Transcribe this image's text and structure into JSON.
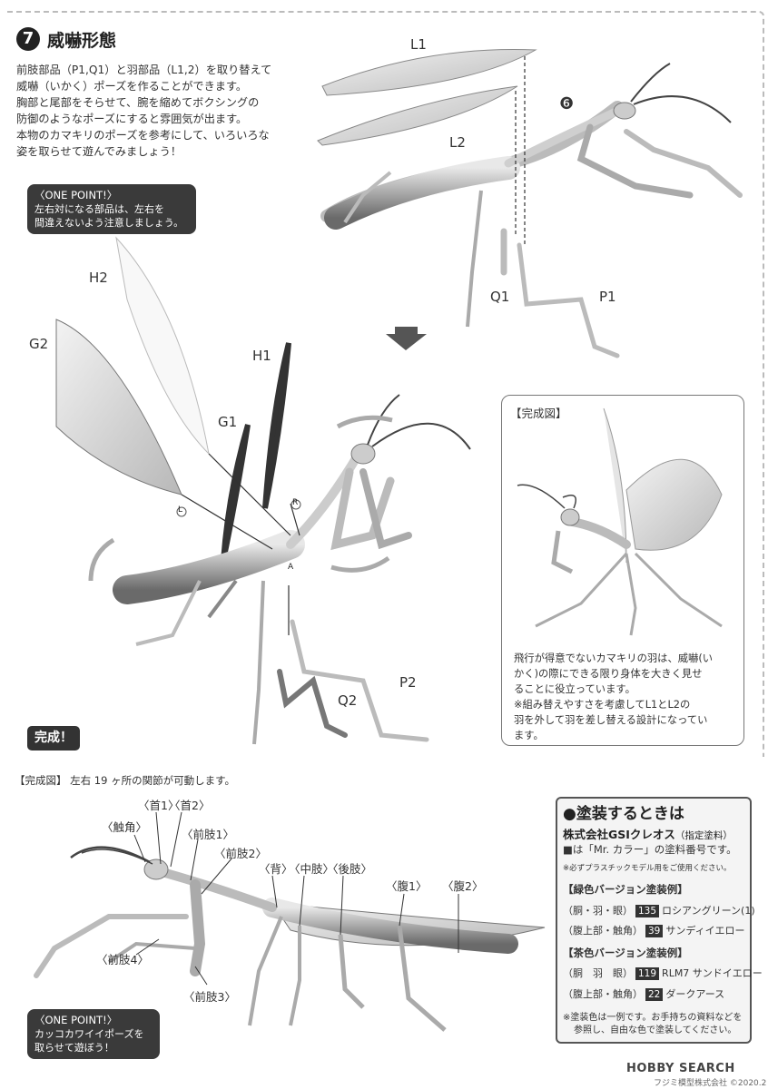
{
  "step": {
    "number": "7",
    "title": "威嚇形態",
    "intro_lines": [
      "前肢部品（P1,Q1）と羽部品（L1,2）を取り替えて",
      "威嚇（いかく）ポーズを作ることができます。",
      "胸部と尾部をそらせて、腕を縮めてボクシングの",
      "防御のようなポーズにすると雰囲気が出ます。",
      "本物のカマキリのポーズを参考にして、いろいろな",
      "姿を取らせて遊んでみましょう！"
    ]
  },
  "onepoint_top": {
    "heading": "〈ONE POINT!〉",
    "line1": "左右対になる部品は、左右を",
    "line2": "間違えないよう注意しましょう。"
  },
  "part_labels_top": {
    "l1": "L1",
    "l2": "L2",
    "marker6": "❻",
    "q1": "Q1",
    "p1": "P1",
    "h2": "H2",
    "g2": "G2",
    "h1": "H1",
    "g1": "G1",
    "q2": "Q2",
    "p2": "P2",
    "mark_l": "L",
    "mark_r": "R",
    "mark_a": "A"
  },
  "finished_panel": {
    "title": "【完成図】",
    "note_lines": [
      "飛行が得意でないカマキリの羽は、威嚇(い",
      "かく)の際にできる限り身体を大きく見せ",
      "ることに役立っています。",
      "※組み替えやすさを考慮してL1とL2の",
      "羽を外して羽を差し替える設計になってい",
      "ます。"
    ]
  },
  "finish_badge": "完成！",
  "bottom_caption": "【完成図】 左右 19 ヶ所の関節が可動します。",
  "bottom_labels": {
    "kubi1": "〈首1〉",
    "kubi2": "〈首2〉",
    "shokkaku": "〈触角〉",
    "zenshi1": "〈前肢1〉",
    "zenshi2": "〈前肢2〉",
    "se": "〈背〉",
    "chushi": "〈中肢〉",
    "koshi": "〈後肢〉",
    "fuku1": "〈腹1〉",
    "fuku2": "〈腹2〉",
    "zenshi4": "〈前肢4〉",
    "zenshi3": "〈前肢3〉"
  },
  "onepoint_bottom": {
    "heading": "〈ONE POINT!〉",
    "line1": "カッコカワイイポーズを",
    "line2": "取らせて遊ぼう！"
  },
  "paint": {
    "title": "●塗装するときは",
    "brand": "株式会社GSIクレオス",
    "brand_note": "（指定塗料）",
    "code_note": "■は「Mr. カラー」の塗料番号です。",
    "plastic_note": "※必ずプラスチックモデル用をご使用ください。",
    "green_title": "【緑色バージョン塗装例】",
    "green": [
      {
        "part": "（胴・羽・眼）",
        "code": "135",
        "name": "ロシアングリーン(1)"
      },
      {
        "part": "（腹上部・触角）",
        "code": "39",
        "name": "サンディイエロー"
      }
    ],
    "brown_title": "【茶色バージョン塗装例】",
    "brown": [
      {
        "part": "（胴　羽　眼）",
        "code": "119",
        "name": "RLM7 サンドイエロー"
      },
      {
        "part": "（腹上部・触角）",
        "code": "22",
        "name": "ダークアース"
      }
    ],
    "footnote1": "※塗装色は一例です。お手持ちの資料などを",
    "footnote2": "参照し、自由な色で塗装してください。"
  },
  "watermark": "HOBBY SEARCH",
  "copyright": "フジミ模型株式会社 ©2020.2"
}
